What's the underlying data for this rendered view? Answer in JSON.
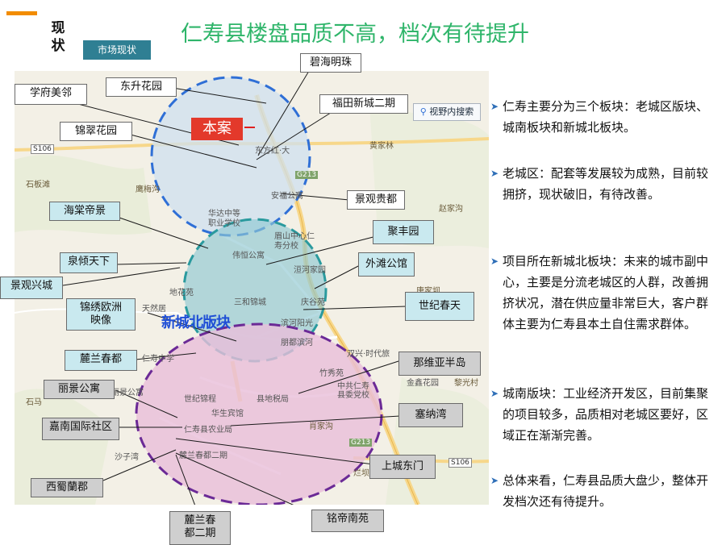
{
  "header": {
    "section_label": "现状",
    "title": "仁寿县楼盘品质不高，档次有待提升",
    "tab_label": "市场现状"
  },
  "colors": {
    "accent": "#f28c00",
    "title": "#2fb56a",
    "tab": "#2f7f93",
    "bullet_arrow": "#2f6fb8"
  },
  "map": {
    "search_button": "视野内搜索",
    "marker_label": "本案",
    "district_label": "新城北版块",
    "road_badges": [
      "S106",
      "G213",
      "G213",
      "S106"
    ],
    "place_labels": [
      "黄家林",
      "石板滩",
      "鹰梅沟",
      "赵家沟",
      "唐家坝",
      "天然居",
      "石马",
      "肖家沟",
      "黎光村",
      "烂坝",
      "仁寿中学",
      "双兴·时代旅",
      "金鑫花园",
      "竹秀苑",
      "中共仁寿县委党校",
      "世纪锦程",
      "县地税局",
      "华生宾馆",
      "仁寿县农业局",
      "沙子湾",
      "安福公寓",
      "华达中等职业学校",
      "眉山中心仁寿分校",
      "伟恒公寓",
      "三和锦城",
      "洹河家园",
      "庆谷苑",
      "滨河阳光",
      "朋都滨河",
      "地花苑",
      "东方红·大",
      "麓兰春都二期",
      "丽景公寓"
    ],
    "callouts": [
      {
        "label": "碧海明珠",
        "style": "white"
      },
      {
        "label": "东升花园",
        "style": "white"
      },
      {
        "label": "学府美邻",
        "style": "white"
      },
      {
        "label": "福田新城二期",
        "style": "white"
      },
      {
        "label": "锦翠花园",
        "style": "white"
      },
      {
        "label": "景观贵都",
        "style": "white"
      },
      {
        "label": "海棠帝景",
        "style": "blue"
      },
      {
        "label": "聚丰园",
        "style": "blue"
      },
      {
        "label": "泉倾天下",
        "style": "blue"
      },
      {
        "label": "外滩公馆",
        "style": "blue"
      },
      {
        "label": "景观兴城",
        "style": "blue"
      },
      {
        "label": "锦绣欧洲\n映像",
        "style": "blue"
      },
      {
        "label": "世纪春天",
        "style": "blue"
      },
      {
        "label": "麓兰春都",
        "style": "blue"
      },
      {
        "label": "那维亚半岛",
        "style": "gray"
      },
      {
        "label": "丽景公寓",
        "style": "gray"
      },
      {
        "label": "塞纳湾",
        "style": "gray"
      },
      {
        "label": "嘉南国际社区",
        "style": "gray"
      },
      {
        "label": "上城东门",
        "style": "gray"
      },
      {
        "label": "西蜀蘭郡",
        "style": "gray"
      },
      {
        "label": "铭帝南苑",
        "style": "gray"
      },
      {
        "label": "麓兰春\n都二期",
        "style": "gray"
      }
    ]
  },
  "bullets": [
    "仁寿主要分为三个板块：老城区版块、城南板块和新城北板块。",
    "老城区：配套等发展较为成熟，目前较拥挤，现状破旧，有待改善。",
    "项目所在新城北板块：未来的城市副中心，主要是分流老城区的人群，改善拥挤状况，潜在供应量非常巨大，客户群体主要为仁寿县本土自住需求群体。",
    "城南版块：工业经济开发区，目前集聚的项目较多，品质相对老城区要好，区域正在渐渐完善。",
    "总体来看，仁寿县品质大盘少，整体开发档次还有待提升。"
  ]
}
